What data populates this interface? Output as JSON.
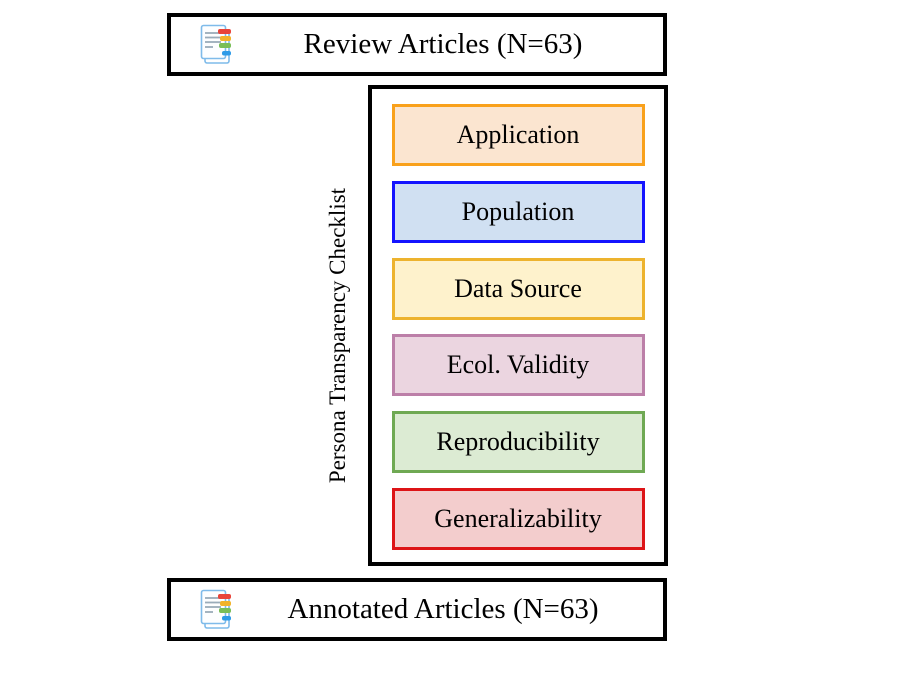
{
  "top_box": {
    "label": "Review Articles (N=63)"
  },
  "bottom_box": {
    "label": "Annotated Articles (N=63)"
  },
  "checklist": {
    "side_label": "Persona Transparency Checklist",
    "items": [
      {
        "label": "Application",
        "fill": "#FBE5D0",
        "stroke": "#F9A11B"
      },
      {
        "label": "Population",
        "fill": "#D0E0F2",
        "stroke": "#1414FF"
      },
      {
        "label": "Data Source",
        "fill": "#FEF2CC",
        "stroke": "#EDB32E"
      },
      {
        "label": "Ecol. Validity",
        "fill": "#EBD5E0",
        "stroke": "#BC7FA8"
      },
      {
        "label": "Reproducibility",
        "fill": "#DCEBD3",
        "stroke": "#6FA953"
      },
      {
        "label": "Generalizability",
        "fill": "#F3CDCD",
        "stroke": "#DD1417"
      }
    ]
  },
  "icon": {
    "name": "annotated-document-icon",
    "page_fill": "#FDFEFF",
    "page_stroke": "#7FBBEA",
    "line_color": "#9AACBA",
    "tab_colors": [
      "#E8443A",
      "#F2B32C",
      "#79BE58",
      "#2E9BE8"
    ]
  }
}
